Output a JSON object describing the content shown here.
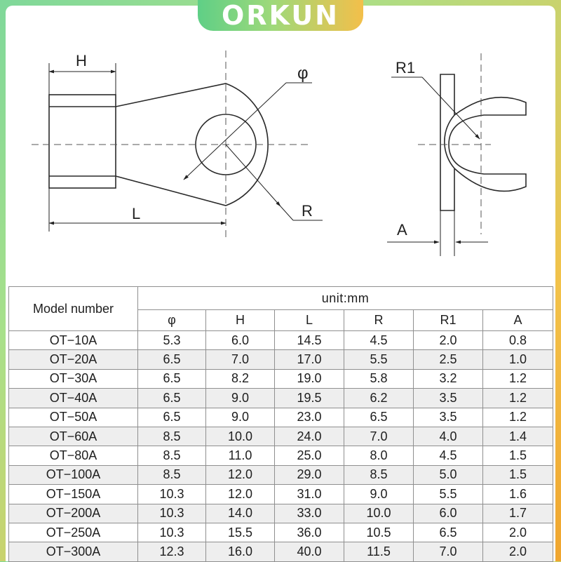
{
  "brand": "ORKUN",
  "diagram": {
    "labels": {
      "h": "H",
      "phi": "φ",
      "l": "L",
      "r": "R",
      "r1": "R1",
      "a": "A"
    }
  },
  "table": {
    "model_header": "Model number",
    "unit_header": "unit:mm",
    "columns": [
      "φ",
      "H",
      "L",
      "R",
      "R1",
      "A"
    ],
    "rows": [
      {
        "model": "OT−10A",
        "phi": "5.3",
        "h": "6.0",
        "l": "14.5",
        "r": "4.5",
        "r1": "2.0",
        "a": "0.8"
      },
      {
        "model": "OT−20A",
        "phi": "6.5",
        "h": "7.0",
        "l": "17.0",
        "r": "5.5",
        "r1": "2.5",
        "a": "1.0"
      },
      {
        "model": "OT−30A",
        "phi": "6.5",
        "h": "8.2",
        "l": "19.0",
        "r": "5.8",
        "r1": "3.2",
        "a": "1.2"
      },
      {
        "model": "OT−40A",
        "phi": "6.5",
        "h": "9.0",
        "l": "19.5",
        "r": "6.2",
        "r1": "3.5",
        "a": "1.2"
      },
      {
        "model": "OT−50A",
        "phi": "6.5",
        "h": "9.0",
        "l": "23.0",
        "r": "6.5",
        "r1": "3.5",
        "a": "1.2"
      },
      {
        "model": "OT−60A",
        "phi": "8.5",
        "h": "10.0",
        "l": "24.0",
        "r": "7.0",
        "r1": "4.0",
        "a": "1.4"
      },
      {
        "model": "OT−80A",
        "phi": "8.5",
        "h": "11.0",
        "l": "25.0",
        "r": "8.0",
        "r1": "4.5",
        "a": "1.5"
      },
      {
        "model": "OT−100A",
        "phi": "8.5",
        "h": "12.0",
        "l": "29.0",
        "r": "8.5",
        "r1": "5.0",
        "a": "1.5"
      },
      {
        "model": "OT−150A",
        "phi": "10.3",
        "h": "12.0",
        "l": "31.0",
        "r": "9.0",
        "r1": "5.5",
        "a": "1.6"
      },
      {
        "model": "OT−200A",
        "phi": "10.3",
        "h": "14.0",
        "l": "33.0",
        "r": "10.0",
        "r1": "6.0",
        "a": "1.7"
      },
      {
        "model": "OT−250A",
        "phi": "10.3",
        "h": "15.5",
        "l": "36.0",
        "r": "10.5",
        "r1": "6.5",
        "a": "2.0"
      },
      {
        "model": "OT−300A",
        "phi": "12.3",
        "h": "16.0",
        "l": "40.0",
        "r": "11.5",
        "r1": "7.0",
        "a": "2.0"
      }
    ]
  }
}
